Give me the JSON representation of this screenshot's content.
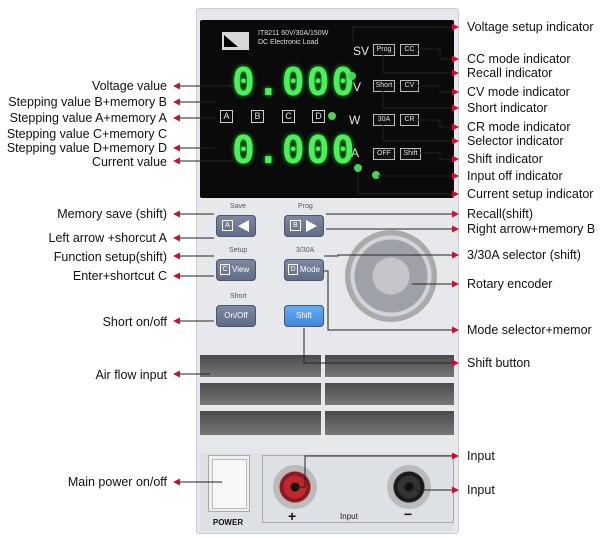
{
  "device": {
    "model": "IT8211  60V/30A/150W",
    "subtitle": "DC Electronic Load",
    "voltage_reading": "0.000",
    "current_reading": "0.000",
    "unit_sv": "SV",
    "unit_v": "V",
    "unit_w": "W",
    "unit_a": "A",
    "box_prog": "Prog",
    "box_cc": "CC",
    "box_short": "Short",
    "box_cv": "CV",
    "box_30a": "30A",
    "box_cr": "CR",
    "box_off": "OFF",
    "box_shift": "Shift",
    "mem_keys": [
      "A",
      "B",
      "C",
      "D"
    ],
    "btn_save_top": "Save",
    "btn_prog_top": "Prog",
    "btn_setup_top": "Setup",
    "btn_300a_top": "3/30A",
    "btn_short_top": "Short",
    "btn_view": "View",
    "btn_mode": "Mode",
    "btn_onoff": "On/Off",
    "btn_shift": "Shift",
    "key_a": "A",
    "key_b": "B",
    "key_c": "C",
    "key_d": "D",
    "power_label": "POWER",
    "input_label": "Input",
    "plus": "+",
    "minus": "−"
  },
  "left_labels": [
    "Voltage value",
    "Stepping value B+memory B",
    "Stepping value A+memory A",
    "Stepping value C+memory C",
    "Stepping value D+memory D",
    "Current value",
    "Memory save (shift)",
    "Left arrow +shorcut A",
    "Function setup(shift)",
    "Enter+shortcut C",
    "Short on/off",
    "Air flow input",
    "Main power on/off"
  ],
  "right_labels": [
    "Voltage setup indicator",
    "CC mode indicator",
    "Recall  indicator",
    "CV mode indicator",
    "Short indicator",
    "CR mode indicator",
    "Selector indicator",
    "Shift indicator",
    "Input off indicator",
    "Current setup indicator",
    "Recall(shift)",
    "Right arrow+memory B",
    "3/30A selector (shift)",
    "Rotary encoder",
    "Mode selector+memor",
    "Shift button",
    "Input",
    "Input"
  ],
  "colors": {
    "arrow": "#c8102e",
    "display_green": "#4cf05a"
  }
}
